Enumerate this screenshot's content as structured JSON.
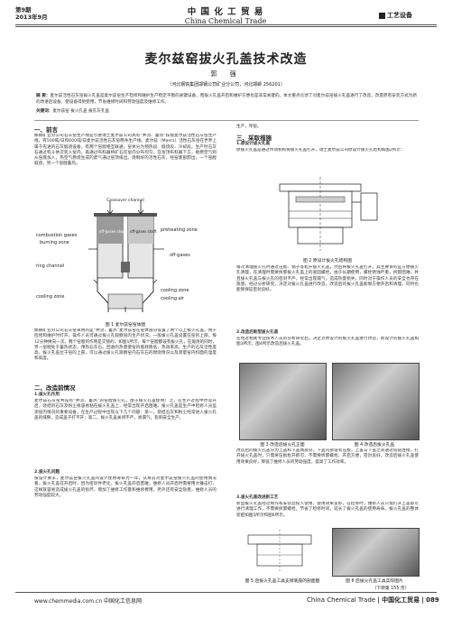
{
  "header": {
    "issue_line1": "第9期",
    "issue_line2": "2013年9月",
    "journal_cn": "中 国 化 工 贸 易",
    "journal_en": "China Chemical Trade",
    "section": "工艺设备"
  },
  "article": {
    "title": "麦尔兹窑拔火孔盖技术改造",
    "author": "郭 强",
    "affiliation": "（河北钢铁集团邯钢公司矿业分公司，河北邯郸 256201）",
    "abstract_label": "摘 要：",
    "abstract": "麦尔兹活性石灰窑拔火孔盖是麦尔兹窑生产检修和维护生产稳定平衡的关键设备，而拔火孔盖开启和维护方便也是非常关键的。本文重点论述了对麦尔兹窑拔火孔盖进行了改造，改变原有安装方式为新的改进后设备，使设备得到使用，节省维修时间和劳动强度及维修工作。",
    "keywords_label": "关键词：",
    "keywords": "麦尔兹窑 拔火孔盖 拔孔灰孔盖"
  },
  "left_column": {
    "sec1": "一、前言",
    "sec1_text": "邯钢矿业分公司石灰窑生产线是引进瑞士麦尔兹公司具有“并流、蓄热”技能麦尔兹活性石灰窑生产线，有500吨/日和600吨/日麦尔兹活性石灰窑两条生产线。麦尔兹（Maerz）活性石灰窑在世界上属于先进的石灰煅烧设备，有两个窑膛相互联通，窑体分为预热段、煅烧段、冷却段。生产时石灰石通过料斗依次装入窑内，再通过布料器将矿石在窑内分布均匀，在窑顶布料器下方，助燃空气则从窑底加入，热空气燃烧生成的废气通过窑顶排出。烧制好的活性石灰，经窑底部卸出，一个窑膛煅烧，另一个窑膛蓄热。",
    "fig1_caption": "图 1 麦尔兹窑窑体图",
    "fig1_labels": {
      "crossover": "Crossover channel",
      "combustion": "combustion gases",
      "burning": "burning zone",
      "shaft1": "off-gases shaft",
      "shaft2": "off-gases shaft",
      "ring": "ring channel",
      "preheating": "preheating zone",
      "offgases": "off-gases",
      "cooling_zone": "cooling zone",
      "cooling_air": "cooling air"
    },
    "after_fig1": "邯钢矿业分公司石灰窑采用的是“并流、蓄热”麦尔兹窑在窑体部分设置了两个以上拔火孔盖，用于检修和维护时打开，操作人员可通过拔火孔观察窑内生产状况。一般拔火孔盖设置在窑的上部，每12分钟换向一次。两个窑膛的作用是交替的，如图1所示，每个窑膛都设有拔火孔，在煅烧的同时，另一窑膛处于蓄热状态，预热石灰石。回收的热量使窑的能耗降低，热效率高，生产的石灰活性度高。拔火孔盖位于窑的上部，可以通过拔火孔观察窑内石灰石的燃烧情况以及测量窑内料面的温度和高度。",
    "sec2": "二、改造前情况",
    "sec2_sub1": "1.拔火孔作用",
    "sec2_text1": "麦尔兹石灰窑共设有“并流、蓄热”的窑膛拔火孔，由于拔火孔盖使用广泛，在生产过程中时常开启，烧结的石灰及粉尘很容易粘在拔火孔盖上，经常出现开启困难。拔火孔盖是生产中检修人员监测窑内情况的重要设备，在生产过程中出现以下几个问题：第一，烧结石灰和粉尘经常进入拔火孔盖的缝隙，造成盖子打不开；第二，拔火孔盖关闭不严，易漏气，影响安全生产。",
    "sec2_sub2": "2.拔火孔问题",
    "sec2_text2": "按设计要求，麦尔兹窑拔火孔盖的设计使用寿命为一年，从目前对麦尔兹窑拔火孔盖的使用情况看，拔火孔盖在开启时，因为密封件老化，拔火孔盖开启困难，维修人员开启时需要用大锤击打，这样就容易造成拔火孔盖的损坏，增加了维修工作量和维修费用，另外还有安全隐患，维修人员的劳动强度较大。"
  },
  "right_column": {
    "cont_text": "生产，停窑。",
    "sec3": "三、采取措施",
    "sec3_sub1": "1.原设计拔火孔盖",
    "sec3_text1": "原拔火孔盖是通过传动机构将拔火孔盖打开，瑞士麦尔兹公司原设计拔火孔结构如图2所示：",
    "fig2_caption": "图 2 原设计拔火孔结构图",
    "sec3_text2": "每次清理拔火孔时通过压板、销子等松开拔火孔盖，然后将拔火孔盖打开，其主要目的是方便拔火孔清理，在清理时需要拆卸拔火孔盖上的紧固螺栓，由于长期使用，螺栓锈蚀严重，拆卸困难，并且拔火孔盖与拔火孔的密封不严，经常出现漏气，造成热量损失，同时对于操作人员的安全也存在隐患。经过分析研究，决定对拔火孔盖进行改造，改造后的拔火孔盖能够方便开启和清理，同时也能够保证密封良好。",
    "sec3_sub2": "2.改造后新型拔火孔盖",
    "sec3_text3": "在经过相关专业技术人员的分析研究后，决定对原设计的拔火孔盖进行改造，新设计的拔火孔盖如图3所示，图4所示改造后拔火孔盖。",
    "fig3_caption": "图 3 改造后拔火孔正面",
    "fig4_caption": "图 4 改造后拔火孔盖",
    "sec3_text4": "改造后的拔火孔盖分为上盖和下盖两部分，下盖内部设有压板，上盖与下盖之间通过铰链连接，打开拔火孔盖时，只需将压板松开即可，不需要拆卸螺栓，开启方便，密封良好。改造后拔火孔盖使用效果良好，降低了维修人员的劳动强度，提高了工作效率。",
    "sec3_sub3": "3.拔火孔盖改进新工艺",
    "sec3_text5": "新型拔火孔盖经过制作和安装后投入使用，使用效果良好，在检修时，维修人员只需打开上盖即可进行清理工作，不需要拆卸螺栓，节省了检修时间，延长了拔火孔盖的使用寿命。拔火孔盖的整体装配如图5所示和图6所示。",
    "fig5_caption": "图 5 启拔火孔盖工具支撑底座的剖面图",
    "fig6_caption": "图 6 启拔火孔盖工具实际图片",
    "continued": "（下转第 155 页）"
  },
  "footer": {
    "website": "www.chemmedia.com.cn 中国化工信息网",
    "journal": "China Chemical Trade",
    "journal_cn": "中国化工贸易",
    "page": "089"
  }
}
